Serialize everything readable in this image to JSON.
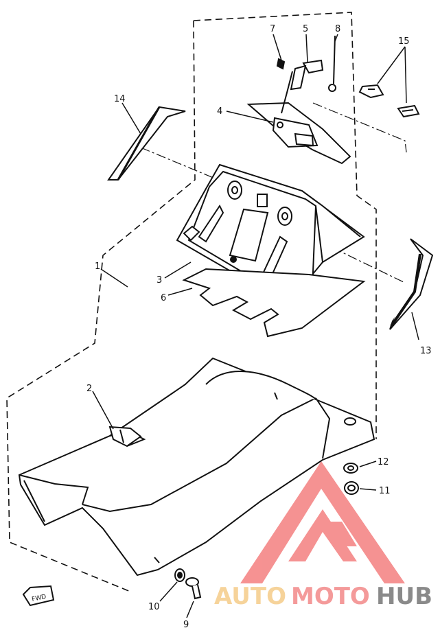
{
  "diagram": {
    "labels": {
      "p1": "1",
      "p2": "2",
      "p3": "3",
      "p4": "4",
      "p5": "5",
      "p6": "6",
      "p7": "7",
      "p8": "8",
      "p9": "9",
      "p10": "10",
      "p11": "11",
      "p12": "12",
      "p13": "13",
      "p14": "14",
      "p15": "15"
    },
    "fwd_tag": "FWD"
  },
  "watermark": {
    "part1": "AUTO",
    "part2": "MOTO",
    "part3": "HUB",
    "colors": {
      "auto": "#f6d39a",
      "moto": "#f49a9a",
      "hub": "#8a8a8a",
      "logo": "#f47f7f"
    }
  }
}
